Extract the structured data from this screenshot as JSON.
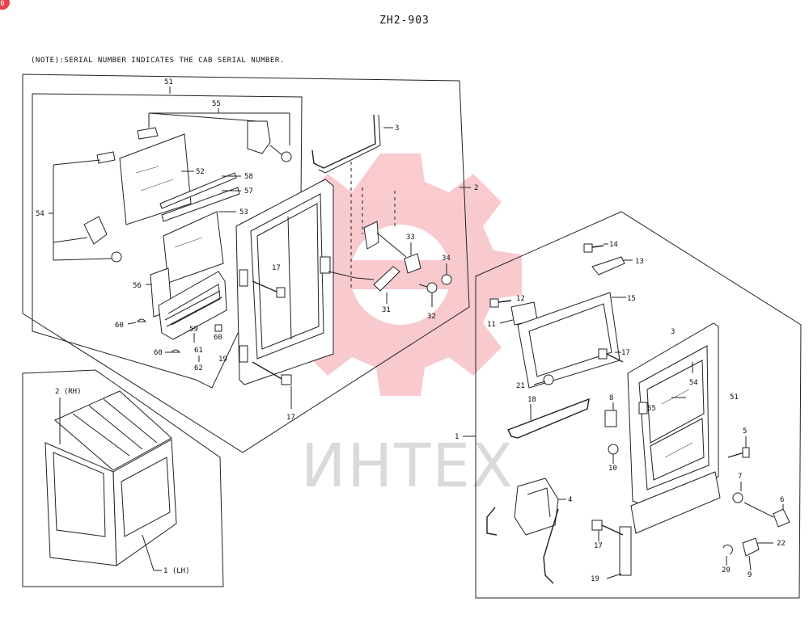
{
  "document": {
    "title": "ZH2-903",
    "note": "(NOTE):SERIAL NUMBER INDICATES THE CAB SERIAL NUMBER.",
    "corner_badge": "0"
  },
  "watermark": {
    "text": "ИНТЕХ",
    "color": "#e8434f"
  },
  "callouts": {
    "c51a": "51",
    "c55a": "55",
    "c3a": "3",
    "c2": "2",
    "c52": "52",
    "c58": "58",
    "c57": "57",
    "c53": "53",
    "c54a": "54",
    "c33": "33",
    "c34": "34",
    "c17a": "17",
    "c56": "56",
    "c31": "31",
    "c32": "32",
    "c60a": "60",
    "c59": "59",
    "c60b": "60",
    "c60c": "60",
    "c61": "61",
    "c62": "62",
    "c19a": "19",
    "c17b": "17",
    "c14": "14",
    "c13": "13",
    "c12": "12",
    "c15": "15",
    "c11": "11",
    "c3b": "3",
    "c17c": "17",
    "c21": "21",
    "c54b": "54",
    "c18": "18",
    "c8": "8",
    "c55b": "55",
    "c51b": "51",
    "c1": "1",
    "c5": "5",
    "c10": "10",
    "c7": "7",
    "c4": "4",
    "c6": "6",
    "c17d": "17",
    "c22": "22",
    "c20": "20",
    "c19b": "19",
    "c9": "9",
    "c2rh": "2 (RH)",
    "c1lh": "1 (LH)"
  }
}
